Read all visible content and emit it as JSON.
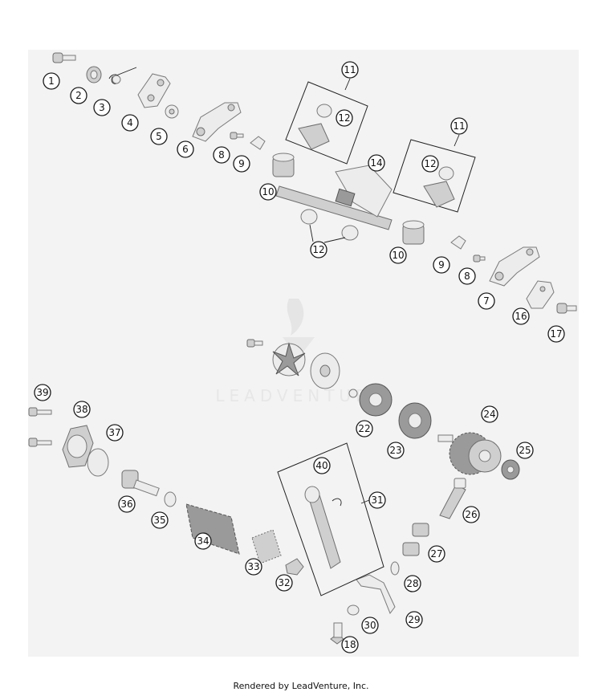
{
  "footer": {
    "text": "Rendered by LeadVenture, Inc."
  },
  "watermark": {
    "text": "LEADVENTURE"
  },
  "callouts": [
    "1",
    "2",
    "3",
    "4",
    "5",
    "6",
    "7",
    "8",
    "9",
    "10",
    "11",
    "12",
    "14",
    "16",
    "17",
    "18",
    "22",
    "23",
    "24",
    "25",
    "26",
    "27",
    "28",
    "29",
    "30",
    "31",
    "32",
    "33",
    "34",
    "35",
    "36",
    "37",
    "38",
    "39",
    "40"
  ],
  "colors": {
    "background": "#f2f2f2",
    "line": "#1a1a1a",
    "part": "#cfcfcf"
  }
}
